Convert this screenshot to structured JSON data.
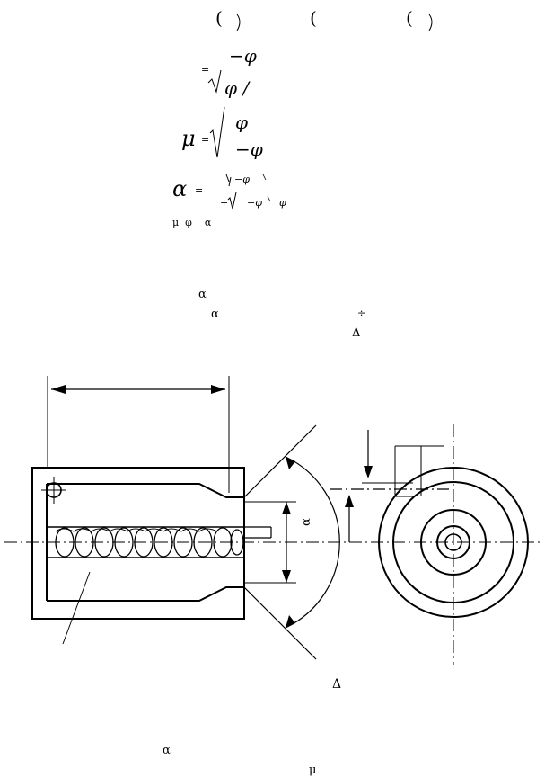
{
  "formulas": {
    "f1_brackets": [
      "(",
      "(",
      "("
    ],
    "f2_top": "−φ",
    "f2_eq": "=",
    "f2_bottom": "φ /",
    "f3_lhs": "μ",
    "f3_eq": "=",
    "f3_num": "φ",
    "f3_den": "−φ",
    "f4_lhs": "α",
    "f4_eq": "=",
    "f4_num": "−φ",
    "f4_den_a": "+",
    "f4_den_b": "−φ",
    "f4_den_c": "φ",
    "symbols_line": "μ  φ    α"
  },
  "text_fragments": {
    "alpha_1": "α",
    "alpha_2": "α",
    "division_sign": "÷",
    "delta_1": "Δ"
  },
  "figure": {
    "cone_angle_label": "α",
    "delta_label": "Δ"
  },
  "footer": {
    "alpha": "α",
    "mu": "μ"
  }
}
